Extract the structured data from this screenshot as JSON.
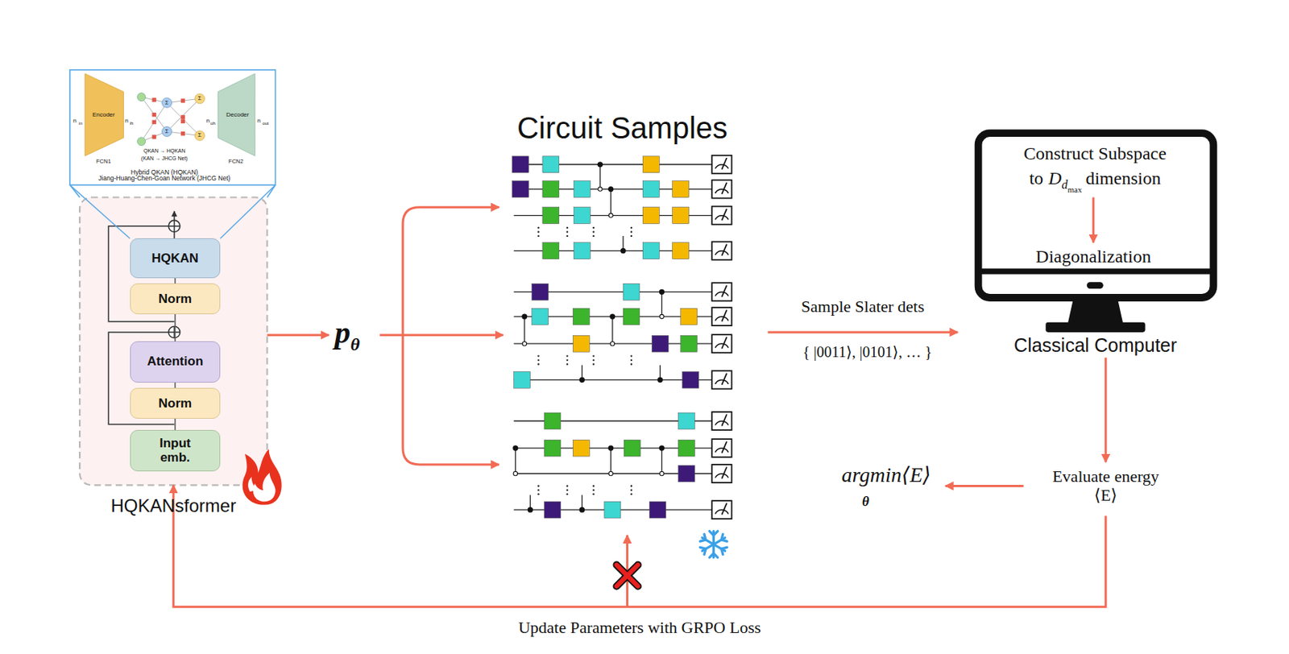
{
  "diagram": {
    "nodes": [
      {
        "text": [
          "Hybrid QKAN (HQKAN)",
          "Jiang-Huang-Chen-Goan Network (JHCG Net)"
        ]
      },
      {
        "text": [
          "Encoder",
          "FCN1"
        ],
        "in": 0
      },
      {
        "text": [
          "Decoder",
          "FCN2"
        ],
        "in": 0
      },
      {
        "text": [
          "HQKANsformer"
        ]
      },
      {
        "text": [
          "HQKAN"
        ],
        "in": 3
      },
      {
        "text": [
          "Norm"
        ],
        "in": 3
      },
      {
        "text": [
          "Attention"
        ],
        "in": 3
      },
      {
        "text": [
          "Norm"
        ],
        "in": 3
      },
      {
        "text": [
          "Input emb."
        ],
        "in": 3
      },
      {
        "text": [
          "p",
          "θ⃗"
        ]
      },
      {
        "text": [
          "Circuit Samples"
        ]
      },
      {
        "text": [
          "Classical Computer"
        ]
      },
      {
        "text": [
          "Construct Subspace",
          "to",
          "D",
          "d",
          "max",
          "dimension"
        ],
        "in": 11
      },
      {
        "text": [
          "Diagonalization"
        ],
        "in": 11
      },
      {
        "text": [
          "Evaluate energy",
          "⟨E⟩"
        ]
      },
      {
        "text": [
          "argmin⟨E⟩",
          "θ"
        ]
      }
    ],
    "edges": [
      {
        "from": 8,
        "to": 7,
        "arrow": "none"
      },
      {
        "from": 7,
        "to": 6,
        "arrow": "none"
      },
      {
        "from": 6,
        "to": 5,
        "arrow": "none"
      },
      {
        "from": 5,
        "to": 4,
        "arrow": "none"
      },
      {
        "from": 3,
        "to": 9,
        "arrow": "to"
      },
      {
        "from": 9,
        "to": 10,
        "arrow": "to"
      },
      {
        "from": 10,
        "to": 11,
        "label": "Sample Slater dets",
        "arrow": "to"
      },
      {
        "from": 12,
        "to": 13,
        "arrow": "to"
      },
      {
        "from": 11,
        "to": 14,
        "arrow": "to"
      },
      {
        "from": 14,
        "to": 15,
        "arrow": "to"
      },
      {
        "from": 14,
        "to": 3,
        "label": "Update Parameters with GRPO Loss",
        "arrow": "to"
      },
      {
        "from": 4,
        "to": 0,
        "arrow": "none"
      }
    ],
    "labels": [
      "n",
      "in",
      "n",
      "ih",
      "Σ",
      "Σ",
      "Σ",
      "Σ",
      "n",
      "oh",
      "n",
      "out",
      "QKAN → HQKAN",
      "(KAN → JHCG Net)",
      "{ |0011⟩, |0101⟩, … }"
    ]
  }
}
